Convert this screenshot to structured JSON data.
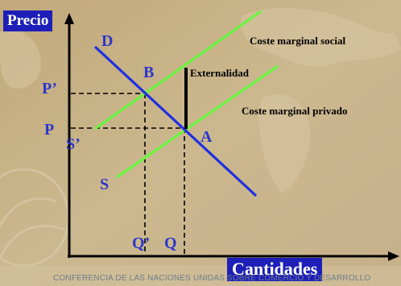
{
  "axes": {
    "y_label": "Precio",
    "x_label": "Cantidades"
  },
  "curves": {
    "demand_label": "D",
    "social_cost_label": "Coste marginal social",
    "social_supply_label": "S’",
    "private_cost_label": "Coste marginal privado",
    "private_supply_label": "S"
  },
  "points": {
    "b_label": "B",
    "a_label": "A"
  },
  "externality_label": "Externalidad",
  "price_ticks": {
    "p_prime": "P’",
    "p": "P"
  },
  "quantity_ticks": {
    "q_prime": "Q’",
    "q": "Q"
  },
  "footer_text": "CONFERENCIA DE LAS NACIONES UNIDAS SOBRE COMERCIO Y DESARROLLO",
  "colors": {
    "background": "#c9b48a",
    "demand": "#1f2fe0",
    "supply": "#6af542",
    "axes": "#000000",
    "label_blue": "#2b37c9",
    "axis_box": "#1d1fb8"
  }
}
